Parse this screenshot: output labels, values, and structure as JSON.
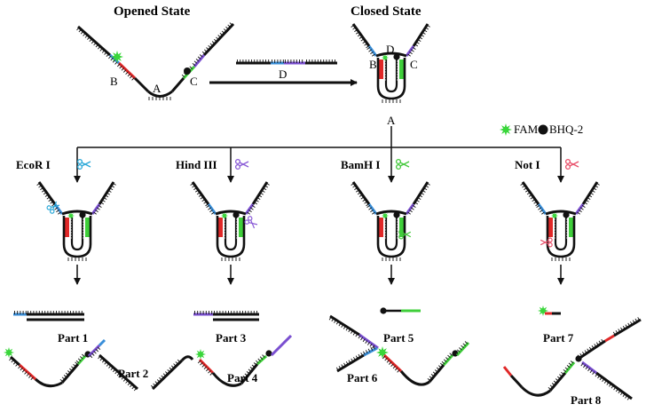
{
  "headings": {
    "opened": "Opened State",
    "closed": "Closed State"
  },
  "segment_labels": {
    "A": "A",
    "B": "B",
    "C": "C",
    "D": "D"
  },
  "legend": {
    "fam": "FAM",
    "bhq": "BHQ-2"
  },
  "enzymes": [
    {
      "name": "EcoR I",
      "scissor_color": "#2aa8d8"
    },
    {
      "name": "Hind III",
      "scissor_color": "#8a5bd6"
    },
    {
      "name": "BamH I",
      "scissor_color": "#44c83c"
    },
    {
      "name": "Not I",
      "scissor_color": "#e8506a"
    }
  ],
  "parts": [
    "Part 1",
    "Part 2",
    "Part 3",
    "Part 4",
    "Part 5",
    "Part 6",
    "Part 7",
    "Part 8"
  ],
  "colors": {
    "strand": "#111111",
    "blue": "#3a8fd9",
    "red": "#e02828",
    "green": "#3fcf3a",
    "purple": "#7a4fd0",
    "fam": "#39d63a"
  }
}
